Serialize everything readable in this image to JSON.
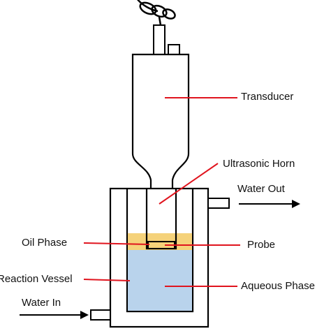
{
  "labels": {
    "transducer": "Transducer",
    "ultrasonic_horn": "Ultrasonic Horn",
    "water_out": "Water Out",
    "oil_phase": "Oil Phase",
    "probe": "Probe",
    "reaction_vessel": "Reaction Vessel",
    "aqueous_phase": "Aqueous Phase",
    "water_in": "Water In"
  },
  "colors": {
    "outline": "#000000",
    "leader_line": "#e0141e",
    "oil_phase": "#f5d27a",
    "aqueous_phase": "#b9d3ec",
    "background": "#ffffff"
  }
}
